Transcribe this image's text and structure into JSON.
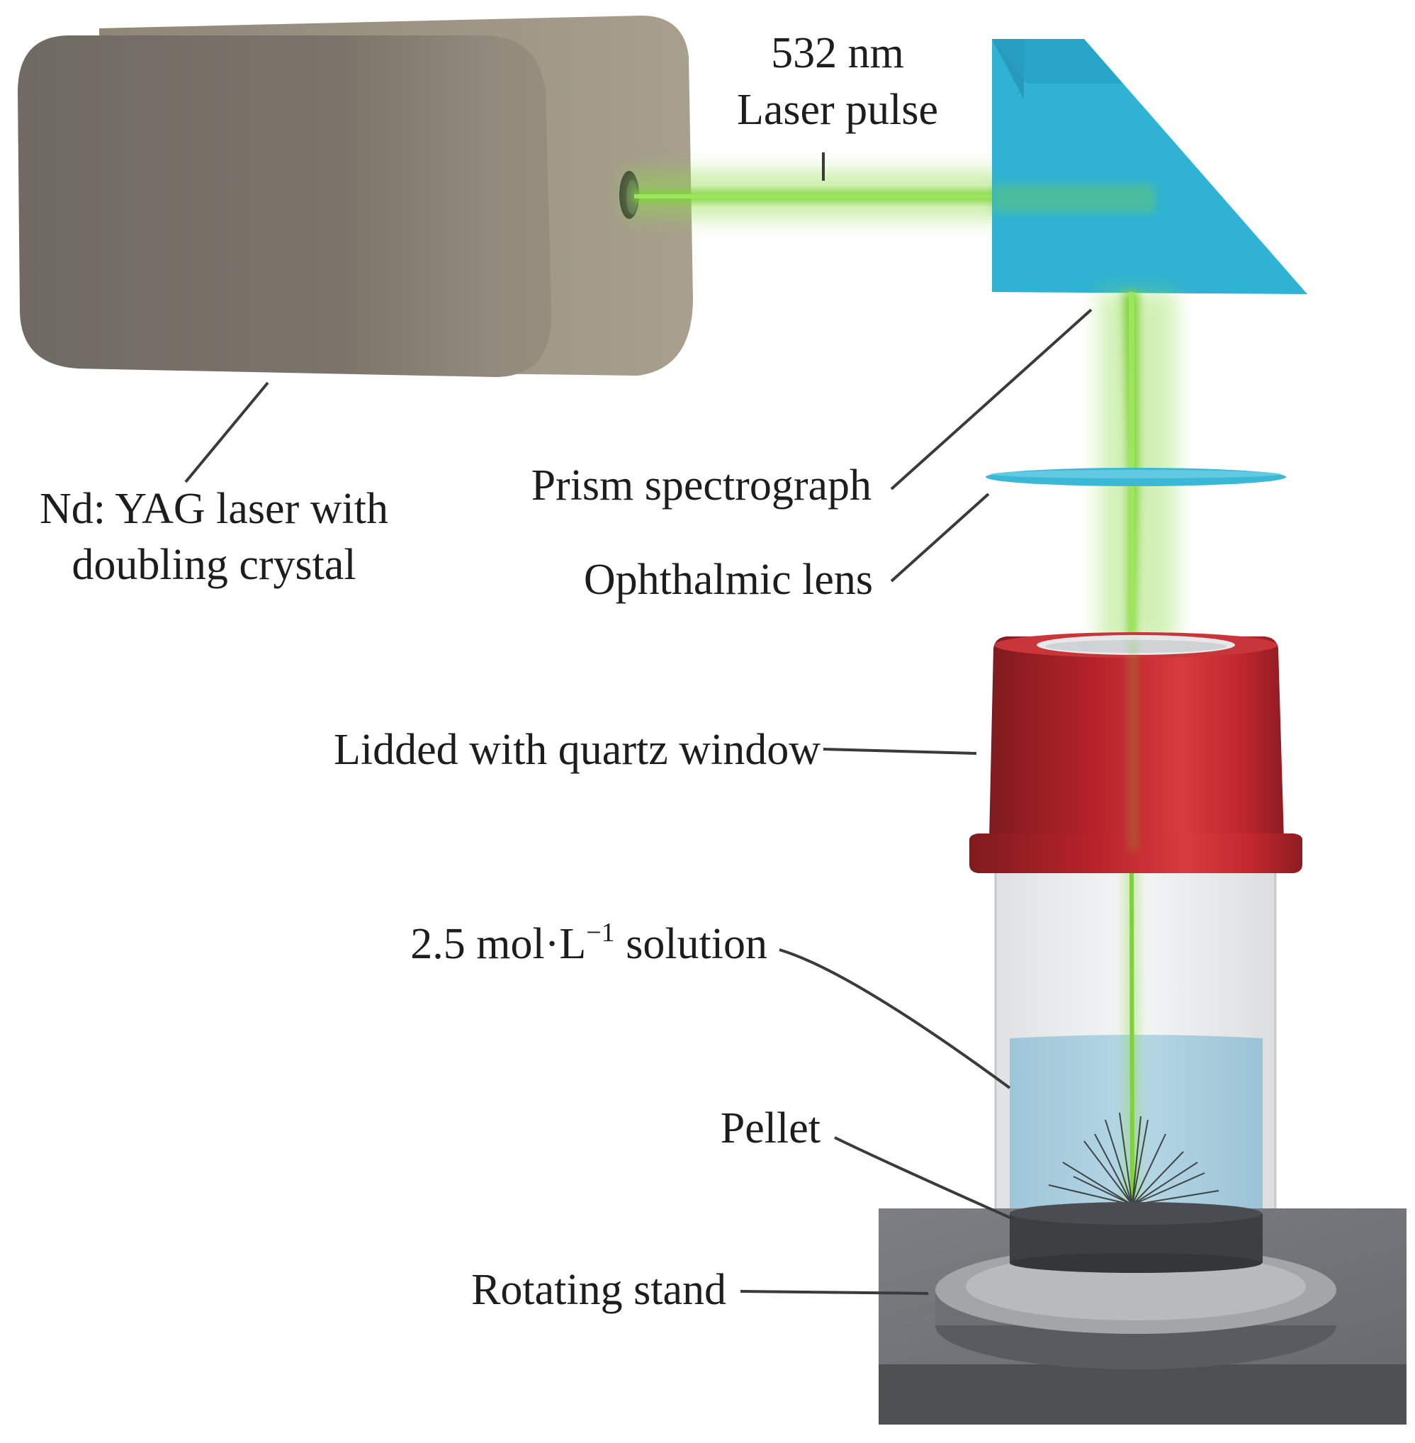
{
  "labels": {
    "wavelength": "532 nm",
    "laser_pulse": "Laser pulse",
    "laser_line1": "Nd: YAG laser with",
    "laser_line2": "doubling crystal",
    "prism": "Prism spectrograph",
    "lens": "Ophthalmic lens",
    "lid": "Lidded with quartz window",
    "solution_main": "2.5 mol·L",
    "solution_exponent": "−1",
    "solution_tail": " solution",
    "pellet": "Pellet",
    "stand": "Rotating stand"
  },
  "colors": {
    "laser_body": "#8a8276",
    "laser_beam": "#7fd23a",
    "prism": "#2fb2d4",
    "lens": "#3bb8d6",
    "lid": "#c1272d",
    "solution": "#a9cfe0",
    "pellet": "#3d3f43",
    "stand": "#6d6e73"
  }
}
